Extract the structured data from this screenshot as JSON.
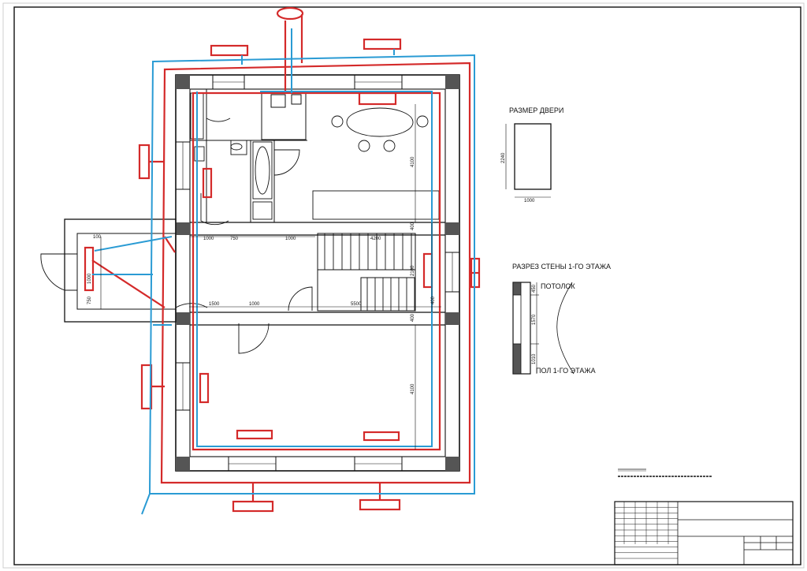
{
  "door_size": {
    "title": "РАЗМЕР ДВЕРИ",
    "height_label": "2240",
    "width_label": "1000"
  },
  "wall_section": {
    "title": "РАЗРЕЗ СТЕНЫ 1-ГО ЭТАЖА",
    "ceiling_label": "ПОТОЛОК",
    "floor_label": "ПОЛ 1-ГО ЭТАЖА",
    "dim_top": "450",
    "dim_mid": "1570",
    "dim_bottom": "1010"
  },
  "dimensions": {
    "d100": "100",
    "d1000_a": "1000",
    "d750_a": "750",
    "d1000_b": "1000",
    "d4200": "4200",
    "d1000_vert": "1000",
    "d750_vert": "750",
    "d1500": "1500",
    "d1000_c": "1000",
    "d5500": "5500",
    "d4100_top": "4100",
    "d4100_bot": "4100",
    "d400_a": "400",
    "d400_b": "400",
    "d400_c": "400",
    "d2100": "2100"
  },
  "colors": {
    "wall": "#111111",
    "heating": "#d42a2a",
    "water": "#2a9bd4",
    "hatch": "#555555"
  }
}
